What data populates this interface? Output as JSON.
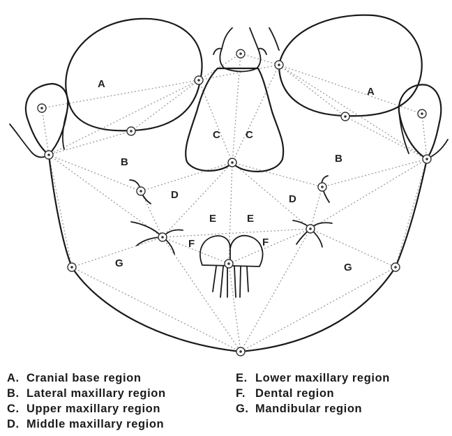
{
  "region_labels": {
    "a_left": "A",
    "a_right": "A",
    "b_left": "B",
    "b_right": "B",
    "c_left": "C",
    "c_right": "C",
    "d_left": "D",
    "d_right": "D",
    "e_left": "E",
    "e_right": "E",
    "f_left": "F",
    "f_right": "F",
    "g_left": "G",
    "g_right": "G"
  },
  "legend": [
    {
      "key": "A.",
      "label": "Cranial base region"
    },
    {
      "key": "B.",
      "label": "Lateral maxillary region"
    },
    {
      "key": "C.",
      "label": "Upper maxillary region"
    },
    {
      "key": "D.",
      "label": "Middle maxillary region"
    },
    {
      "key": "E.",
      "label": "Lower maxillary region"
    },
    {
      "key": "F.",
      "label": "Dental region"
    },
    {
      "key": "G.",
      "label": "Mandibular region"
    }
  ],
  "colors": {
    "line": "#1a1a1a",
    "dotted": "#9a9a9a"
  }
}
